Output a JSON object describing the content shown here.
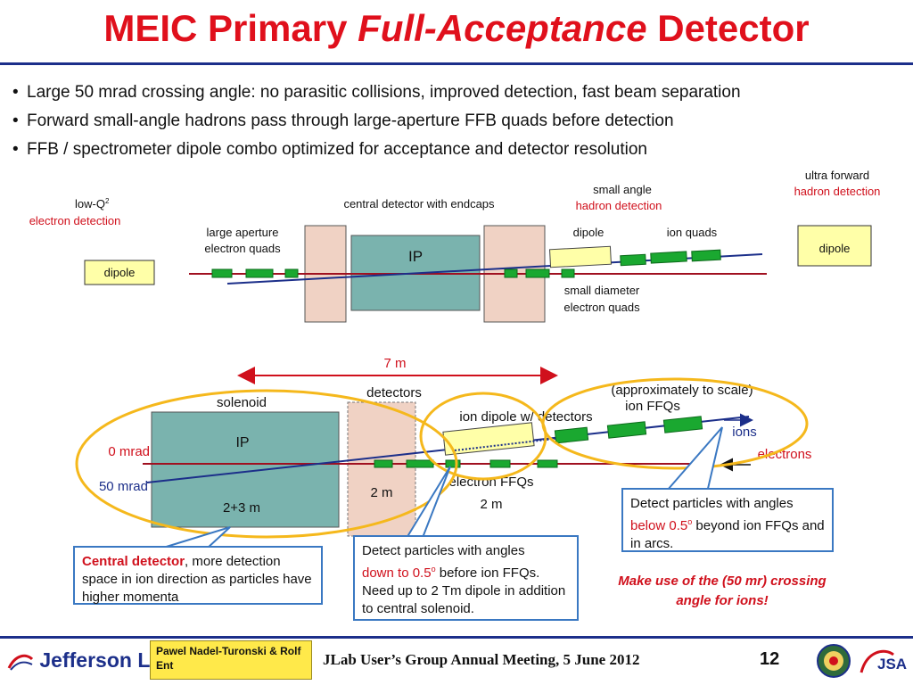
{
  "title": {
    "part1": "MEIC Primary ",
    "part2": "Full-Acceptance",
    "part3": " Detector"
  },
  "bullets": [
    "Large 50 mrad crossing angle: no parasitic collisions, improved detection, fast beam separation",
    "Forward small-angle hadrons pass through large-aperture FFB quads before detection",
    "FFB / spectrometer dipole combo optimized for acceptance and detector resolution"
  ],
  "top_diagram": {
    "lowq_line1": "low-Q",
    "lowq_sup": "2",
    "lowq_line2": "electron detection",
    "dipole_left": "dipole",
    "large_ap_line1": "large aperture",
    "large_ap_line2": "electron quads",
    "central": "central detector with endcaps",
    "ip": "IP",
    "small_angle_line1": "small angle",
    "small_angle_line2": "hadron detection",
    "dipole_mid": "dipole",
    "ion_quads": "ion quads",
    "small_diam_line1": "small diameter",
    "small_diam_line2": "electron quads",
    "ultra_line1": "ultra forward",
    "ultra_line2": "hadron detection",
    "dipole_right": "dipole"
  },
  "bottom_diagram": {
    "seven_m": "7 m",
    "detectors": "detectors",
    "solenoid": "solenoid",
    "approx": "(approximately to scale)",
    "ion_ffqs": "ion FFQs",
    "ion_dipole": "ion dipole w/ detectors",
    "ions": "ions",
    "zero_mrad": "0 mrad",
    "fifty_mrad": "50 mrad",
    "ip": "IP",
    "electrons": "electrons",
    "two_three_m": "2+3 m",
    "two_m_a": "2 m",
    "electron_ffqs": "electron FFQs",
    "two_m_b": "2 m"
  },
  "callouts": {
    "central_bold": "Central detector",
    "central_rest": ", more detection space in ion direction as particles have higher momenta",
    "mid_line1": "Detect particles with angles",
    "mid_red": "down to 0.5",
    "mid_deg": "o",
    "mid_line2": " before ion FFQs.",
    "mid_line3": "Need up to 2 Tm dipole in addition to central solenoid.",
    "right_line1": "Detect particles with angles",
    "right_red": "below 0.5",
    "right_deg": "o",
    "right_line2": " beyond ion FFQs and in arcs."
  },
  "note": "Make use of the (50 mr) crossing angle for ions!",
  "footer": {
    "logo": "Jefferson Lab",
    "authors": "Pawel Nadel-Turonski & Rolf Ent",
    "meeting": "JLab User’s Group Annual Meeting, 5 June 2012",
    "page": "12",
    "jsa": "JSA"
  },
  "colors": {
    "title_red": "#e0101c",
    "rule_blue": "#1c2f8a",
    "detector_pink": "#f0d2c4",
    "ip_teal": "#7ab3ae",
    "quad_green": "#1aa830",
    "dipole_yellow": "#ffffa8",
    "ellipse_orange": "#f5b81c"
  }
}
